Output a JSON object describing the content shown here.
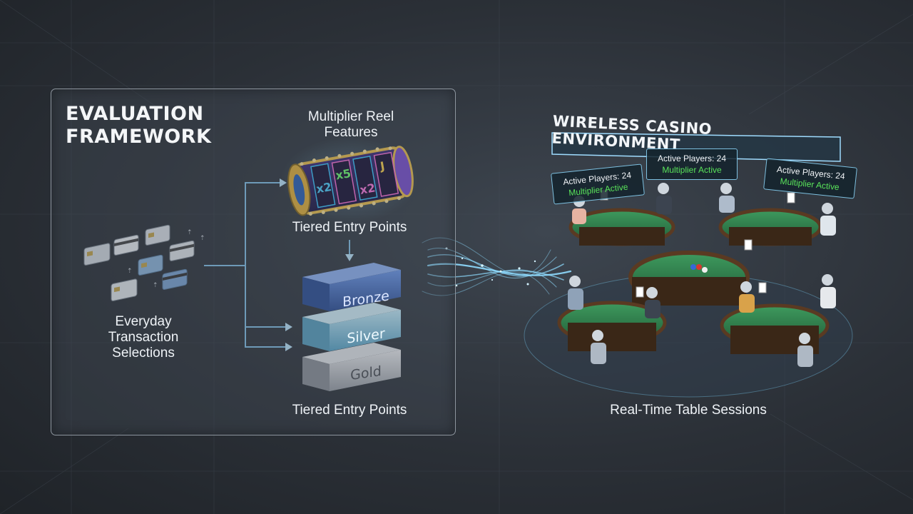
{
  "framework": {
    "title_line1": "EVALUATION",
    "title_line2": "FRAMEWORK",
    "everyday_line1": "Everyday",
    "everyday_line2": "Transaction",
    "everyday_line3": "Selections",
    "multiplier_line1": "Multiplier Reel",
    "multiplier_line2": "Features",
    "tiered_top": "Tiered Entry Points",
    "tiered_bottom": "Tiered Entry Points",
    "tiers": [
      "Bronze",
      "Silver",
      "Gold"
    ],
    "reel_symbols": [
      "x2",
      "x5",
      "x2",
      "J"
    ]
  },
  "casino": {
    "banner": "WIRELESS CASINO ENVIRONMENT",
    "status_panels": [
      {
        "players": "Active Players: 24",
        "state": "Multiplier Active"
      },
      {
        "players": "Active Players: 24",
        "state": "Multiplier Active"
      },
      {
        "players": "Active Players: 24",
        "state": "Multiplier Active"
      }
    ],
    "caption": "Real-Time Table Sessions"
  },
  "colors": {
    "background": "#2b3037",
    "accent_glow": "#7fd6ff",
    "active_green": "#59e35a",
    "table_felt": "#2f7a4a",
    "bronze": "#3f6fc4",
    "silver": "#7fc6e6",
    "gold": "#b8bcc2"
  }
}
